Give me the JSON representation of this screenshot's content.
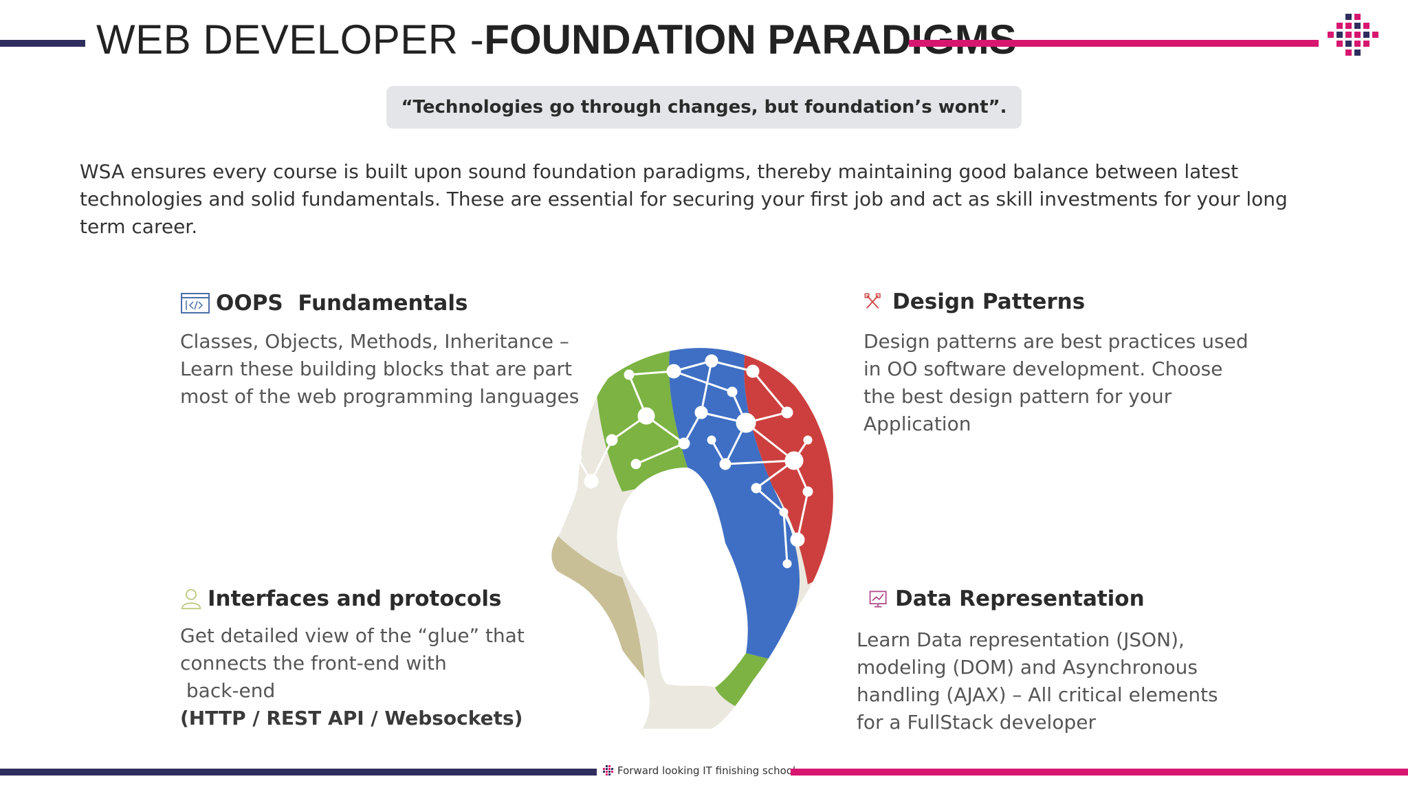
{
  "header": {
    "title_light": "WEB DEVELOPER -",
    "title_bold": "FOUNDATION PARADIGMS"
  },
  "quote": "“Technologies go through changes, but foundation’s wont”.",
  "intro": "WSA ensures every course is built upon sound foundation paradigms, thereby maintaining good balance between latest technologies and solid fundamentals. These are essential for securing your first job and act as skill investments for your long term career.",
  "sections": {
    "oops": {
      "title": "OOPS  Fundamentals",
      "body": "Classes, Objects, Methods, Inheritance – Learn these building blocks that are part most of the web programming languages",
      "icon": "code-window-icon"
    },
    "design": {
      "title": "Design Patterns",
      "body": "Design patterns are best practices used in OO software development. Choose the best design pattern for your Application",
      "icon": "crossed-tools-icon"
    },
    "interfaces": {
      "title": "Interfaces and protocols",
      "body_line1": "Get detailed view of the “glue” that connects the front-end with",
      "body_line2": "back-end",
      "body_bold": "(HTTP / REST API / Websockets)",
      "icon": "person-icon"
    },
    "data": {
      "title": "Data Representation",
      "body": "Learn Data representation (JSON), modeling (DOM) and Asynchronous handling (AJAX) – All critical elements for a FullStack developer",
      "icon": "chart-monitor-icon"
    }
  },
  "footer": {
    "tagline": "Forward looking IT finishing school"
  },
  "colors": {
    "navy": "#2f2d5e",
    "magenta": "#d6166f",
    "head_green": "#7cb342",
    "head_blue": "#3f6fc4",
    "head_red": "#cd3f3f",
    "head_tan": "#c8bf97",
    "head_cream": "#ebe8df"
  }
}
